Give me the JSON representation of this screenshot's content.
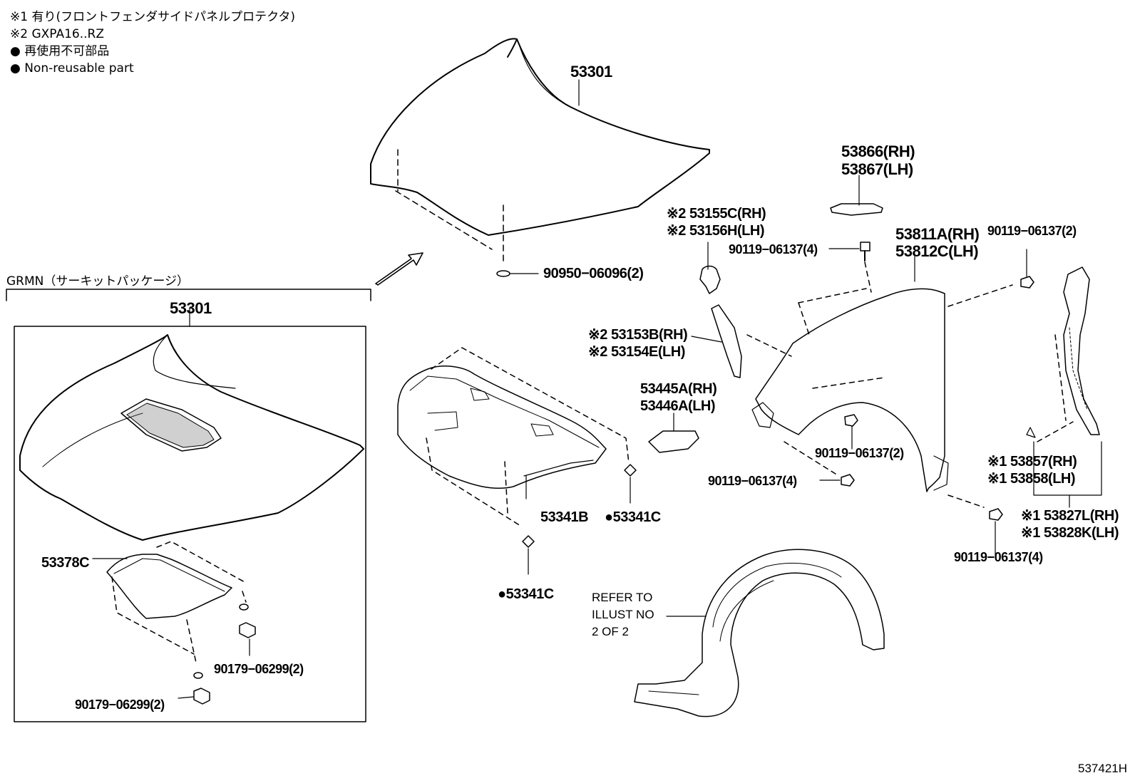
{
  "legend": {
    "note1": "※1 有り(フロントフェンダサイドパネルプロテクタ)",
    "note2": "※2 GXPA16..RZ",
    "note3": "● 再使用不可部品",
    "note4": "● Non-reusable part"
  },
  "grmn": {
    "title": "GRMN（サーキットパッケージ）",
    "hood": "53301",
    "insulator": "53378C",
    "clip_a": "90179−06299(2)",
    "clip_b": "90179−06299(2)"
  },
  "parts": {
    "hood": "53301",
    "hood_cushion": "90950−06096(2)",
    "seal_rh": "53866(RH)",
    "seal_lh": "53867(LH)",
    "bracket_rh": "※2 53155C(RH)",
    "bracket_lh": "※2 53156H(LH)",
    "bolt_a": "90119−06137(4)",
    "fender_rh": "53811A(RH)",
    "fender_lh": "53812C(LH)",
    "bolt_b": "90119−06137(2)",
    "panel_rh": "※2 53153B(RH)",
    "panel_lh": "※2 53154E(LH)",
    "spacer_rh": "53445A(RH)",
    "spacer_lh": "53446A(LH)",
    "hood_insulator": "53341B",
    "clip_1": "●53341C",
    "clip_2": "●53341C",
    "bolt_c": "90119−06137(2)",
    "bolt_d": "90119−06137(4)",
    "bolt_e": "90119−06137(4)",
    "protector_rh": "※1 53857(RH)",
    "protector_lh": "※1 53858(LH)",
    "side_panel_rh": "※1 53827L(RH)",
    "side_panel_lh": "※1 53828K(LH)",
    "refer_1": "REFER TO",
    "refer_2": "ILLUST NO",
    "refer_3": "2 OF 2"
  },
  "illustration_id": "537421H"
}
